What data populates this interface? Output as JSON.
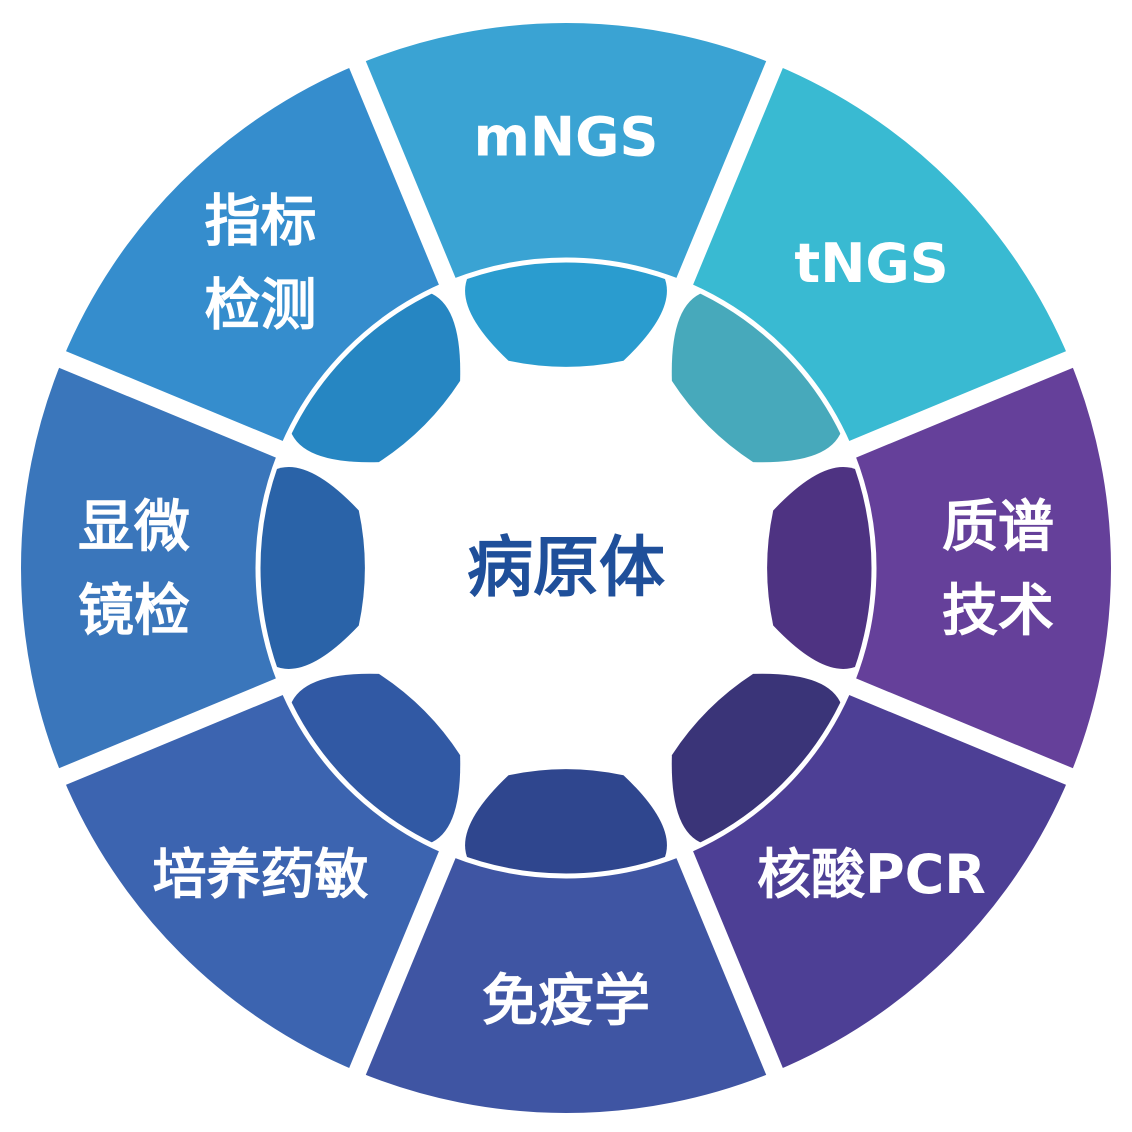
{
  "center": {
    "label": "病原体",
    "color": "#1f4f9a"
  },
  "segments": [
    {
      "id": "mngs",
      "lines": [
        "mNGS"
      ],
      "outer": "#3aa3d3",
      "inner": "#2a9ccf"
    },
    {
      "id": "tngs",
      "lines": [
        "tNGS"
      ],
      "outer": "#39bad2",
      "inner": "#47a9bb"
    },
    {
      "id": "ms",
      "lines": [
        "质谱",
        "技术"
      ],
      "outer": "#65409a",
      "inner": "#4e3382"
    },
    {
      "id": "pcr",
      "lines": [
        "核酸PCR"
      ],
      "outer": "#4d3f95",
      "inner": "#3a3478"
    },
    {
      "id": "immuno",
      "lines": [
        "免疫学"
      ],
      "outer": "#3f55a3",
      "inner": "#2f468e"
    },
    {
      "id": "culture",
      "lines": [
        "培养药敏"
      ],
      "outer": "#3c64b0",
      "inner": "#3159a4"
    },
    {
      "id": "microscopy",
      "lines": [
        "显微",
        "镜检"
      ],
      "outer": "#3a76bb",
      "inner": "#2a63a8"
    },
    {
      "id": "indicator",
      "lines": [
        "指标",
        "检测"
      ],
      "outer": "#358dcd",
      "inner": "#2686c2"
    }
  ]
}
